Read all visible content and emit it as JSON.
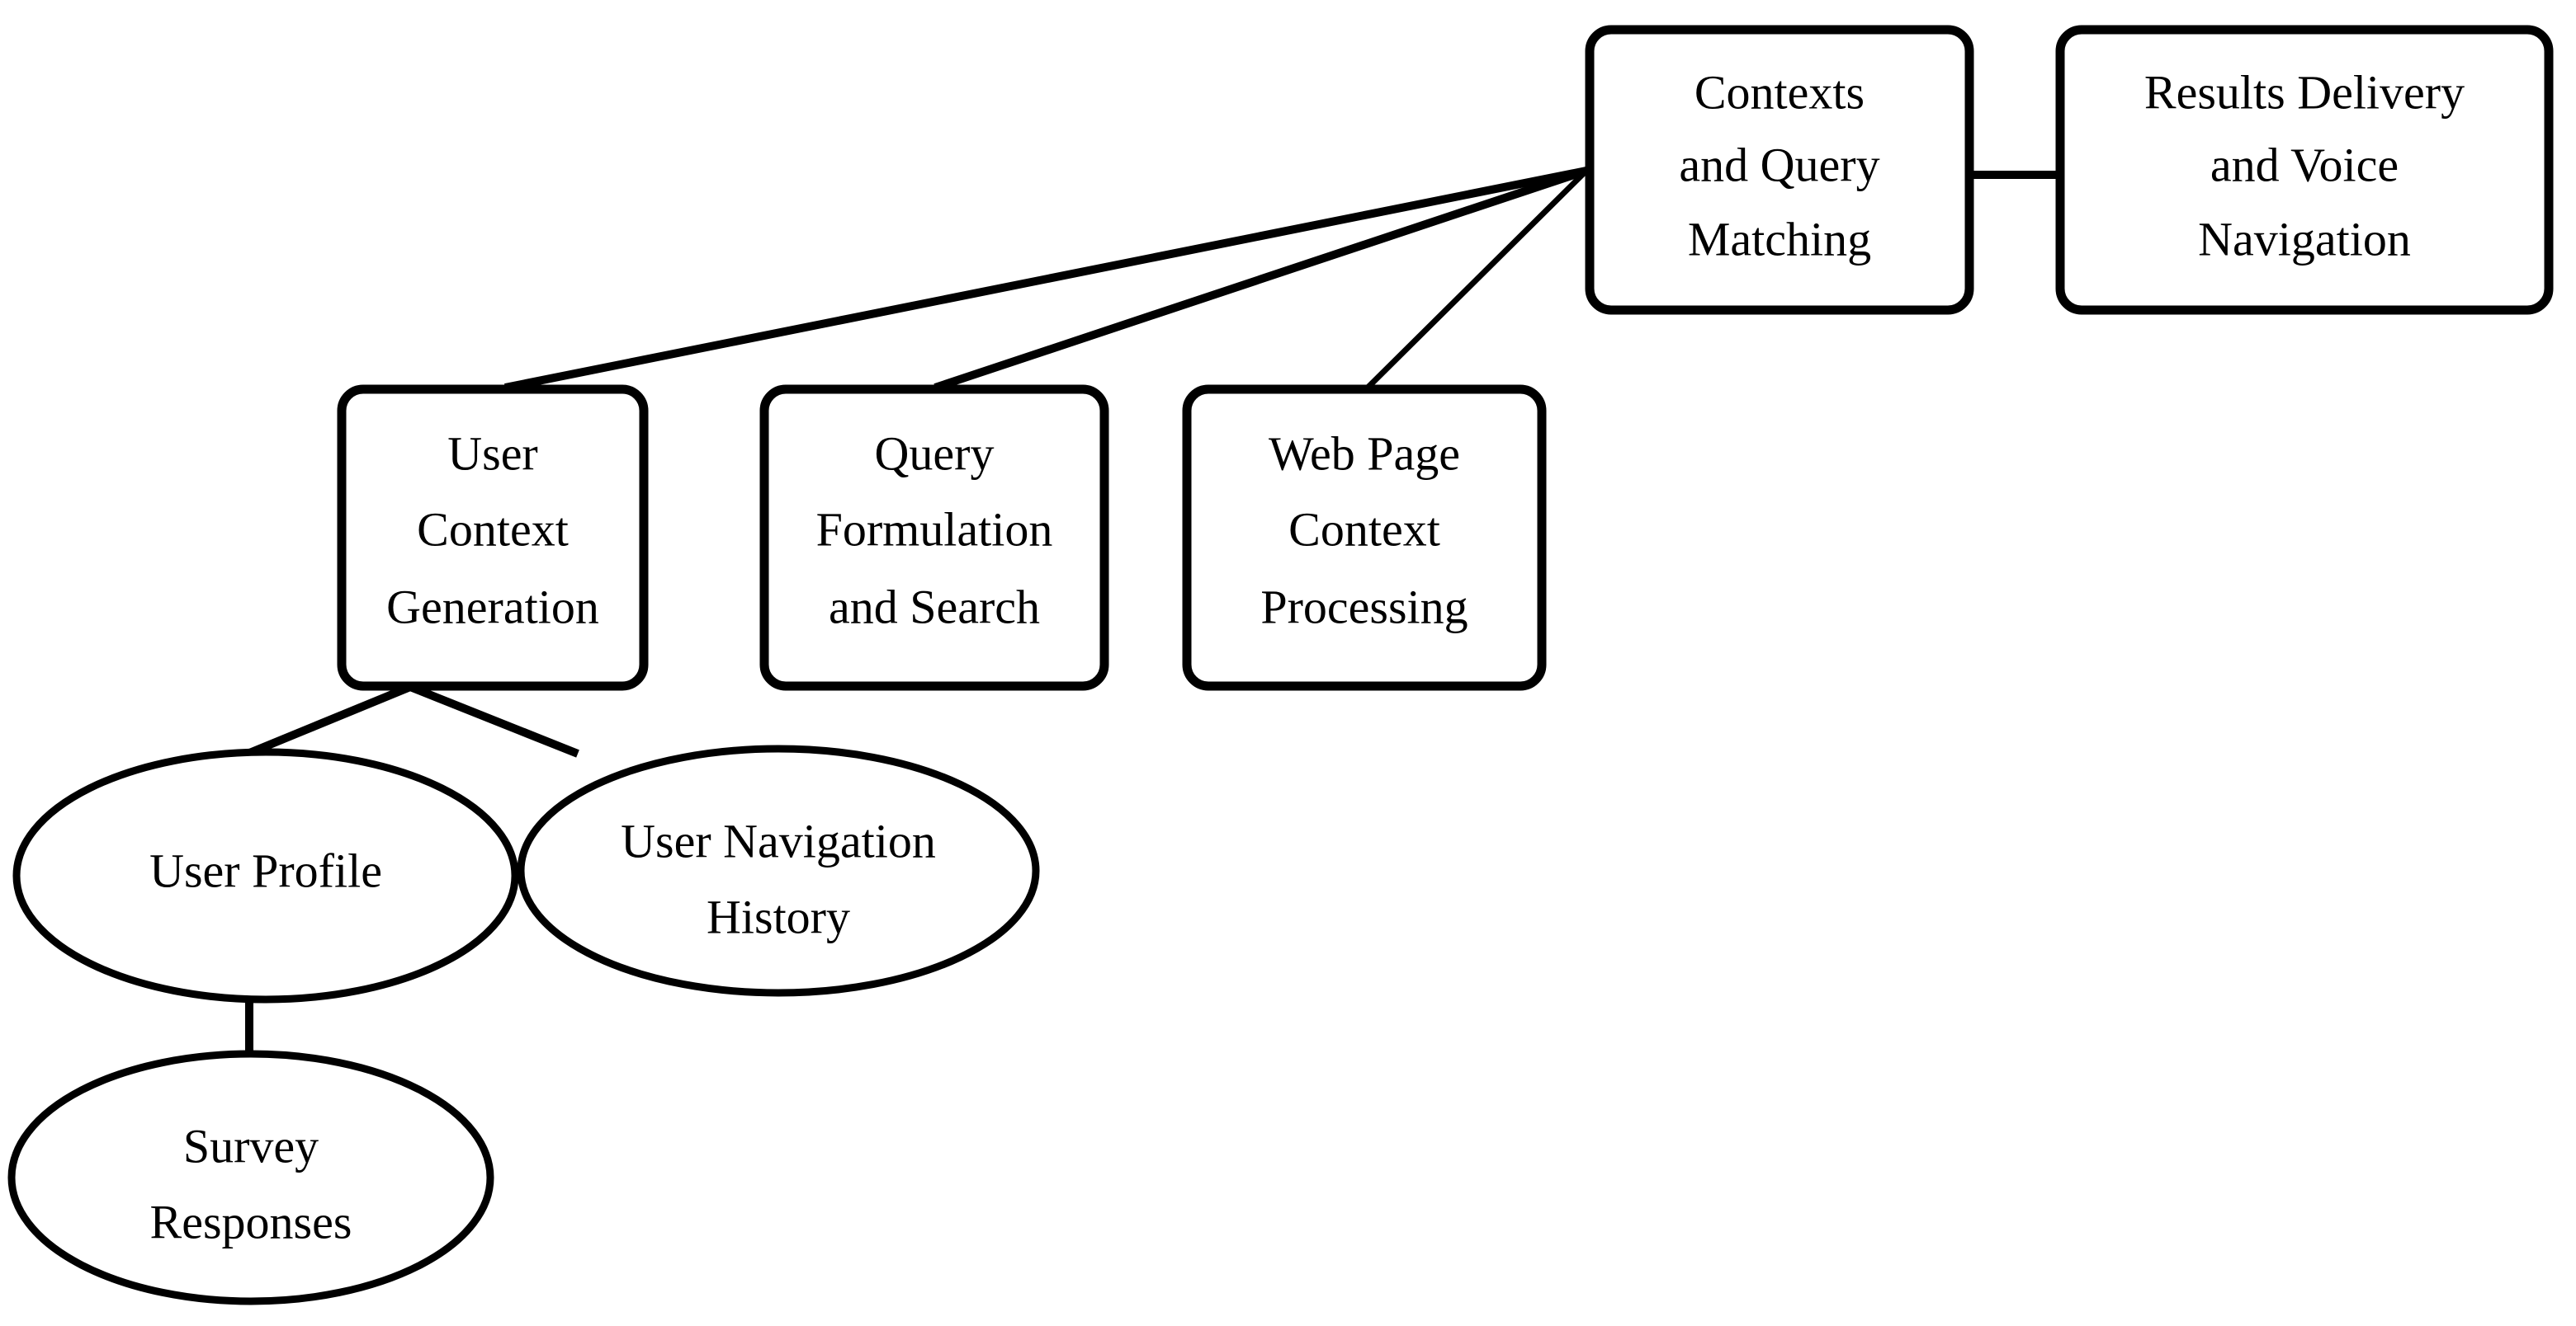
{
  "diagram": {
    "type": "block-diagram",
    "background_color": "#ffffff",
    "stroke_color": "#000000",
    "text_color": "#000000",
    "nodes": [
      {
        "id": "contexts-and-query-matching",
        "shape": "rounded-rectangle",
        "lines": [
          "Contexts",
          "and Query",
          "Matching"
        ]
      },
      {
        "id": "results-delivery-and-voice-navigation",
        "shape": "rounded-rectangle",
        "lines": [
          "Results Delivery",
          "and Voice",
          "Navigation"
        ]
      },
      {
        "id": "user-context-generation",
        "shape": "rounded-rectangle",
        "lines": [
          "User",
          "Context",
          "Generation"
        ]
      },
      {
        "id": "query-formulation-and-search",
        "shape": "rounded-rectangle",
        "lines": [
          "Query",
          "Formulation",
          "and Search"
        ]
      },
      {
        "id": "web-page-context-processing",
        "shape": "rounded-rectangle",
        "lines": [
          "Web Page",
          "Context",
          "Processing"
        ]
      },
      {
        "id": "user-profile",
        "shape": "ellipse",
        "lines": [
          "User Profile"
        ]
      },
      {
        "id": "user-navigation-history",
        "shape": "ellipse",
        "lines": [
          "User Navigation",
          "History"
        ]
      },
      {
        "id": "survey-responses",
        "shape": "ellipse",
        "lines": [
          "Survey",
          "Responses"
        ]
      }
    ],
    "edges": [
      {
        "from": "contexts-and-query-matching",
        "to": "results-delivery-and-voice-navigation"
      },
      {
        "from": "contexts-and-query-matching",
        "to": "user-context-generation"
      },
      {
        "from": "contexts-and-query-matching",
        "to": "query-formulation-and-search"
      },
      {
        "from": "contexts-and-query-matching",
        "to": "web-page-context-processing"
      },
      {
        "from": "user-context-generation",
        "to": "user-profile"
      },
      {
        "from": "user-context-generation",
        "to": "user-navigation-history"
      },
      {
        "from": "user-profile",
        "to": "survey-responses"
      }
    ]
  },
  "labels": {
    "contexts_line_1": "Contexts",
    "contexts_line_2": "and Query",
    "contexts_line_3": "Matching",
    "results_line_1": "Results Delivery",
    "results_line_2": "and Voice",
    "results_line_3": "Navigation",
    "ucg_line_1": "User",
    "ucg_line_2": "Context",
    "ucg_line_3": "Generation",
    "qfs_line_1": "Query",
    "qfs_line_2": "Formulation",
    "qfs_line_3": "and Search",
    "wpcp_line_1": "Web Page",
    "wpcp_line_2": "Context",
    "wpcp_line_3": "Processing",
    "user_profile_line_1": "User Profile",
    "unh_line_1": "User Navigation",
    "unh_line_2": "History",
    "survey_line_1": "Survey",
    "survey_line_2": "Responses"
  }
}
